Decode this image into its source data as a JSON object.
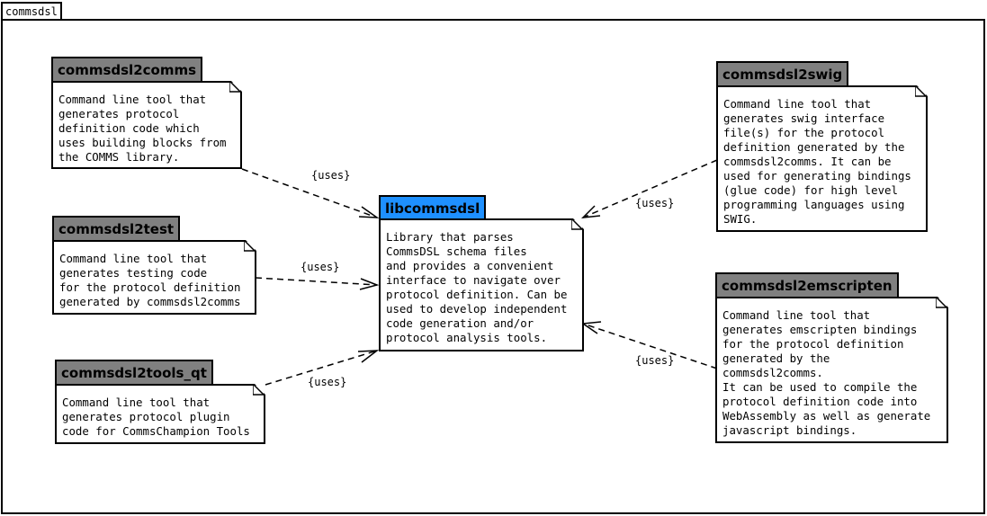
{
  "frame": {
    "title": "commsdsl"
  },
  "components": {
    "commsdsl2comms": {
      "title": "commsdsl2comms",
      "note": "Command line tool that\ngenerates protocol\ndefinition code which\nuses building blocks from\nthe COMMS library."
    },
    "commsdsl2test": {
      "title": "commsdsl2test",
      "note": "Command line tool that\ngenerates testing code\nfor the protocol definition\ngenerated by commsdsl2comms"
    },
    "commsdsl2tools_qt": {
      "title": "commsdsl2tools_qt",
      "note": "Command line tool that\ngenerates protocol plugin\ncode for CommsChampion Tools"
    },
    "libcommsdsl": {
      "title": "libcommsdsl",
      "note": "Library that parses\nCommsDSL schema files\nand provides a convenient\ninterface to navigate over\nprotocol definition. Can be\nused to develop independent\ncode generation and/or\nprotocol analysis tools."
    },
    "commsdsl2swig": {
      "title": "commsdsl2swig",
      "note": "Command line tool that\ngenerates swig interface\nfile(s) for the protocol\ndefinition generated by the\ncommsdsl2comms. It can be\nused for generating bindings\n(glue code) for high level\nprogramming languages using\nSWIG."
    },
    "commsdsl2emscripten": {
      "title": "commsdsl2emscripten",
      "note": "Command line tool that\ngenerates emscripten bindings\nfor the protocol definition\ngenerated by the\ncommsdsl2comms.\nIt can be used to compile the\nprotocol definition code into\nWebAssembly as well as generate\njavascript bindings."
    }
  },
  "relations": [
    {
      "from": "commsdsl2comms",
      "to": "libcommsdsl",
      "label": "{uses}"
    },
    {
      "from": "commsdsl2test",
      "to": "libcommsdsl",
      "label": "{uses}"
    },
    {
      "from": "commsdsl2tools_qt",
      "to": "libcommsdsl",
      "label": "{uses}"
    },
    {
      "from": "commsdsl2swig",
      "to": "libcommsdsl",
      "label": "{uses}"
    },
    {
      "from": "commsdsl2emscripten",
      "to": "libcommsdsl",
      "label": "{uses}"
    }
  ],
  "colors": {
    "component_header": "#808080",
    "library_header": "#1e90ff",
    "line": "#000000"
  }
}
